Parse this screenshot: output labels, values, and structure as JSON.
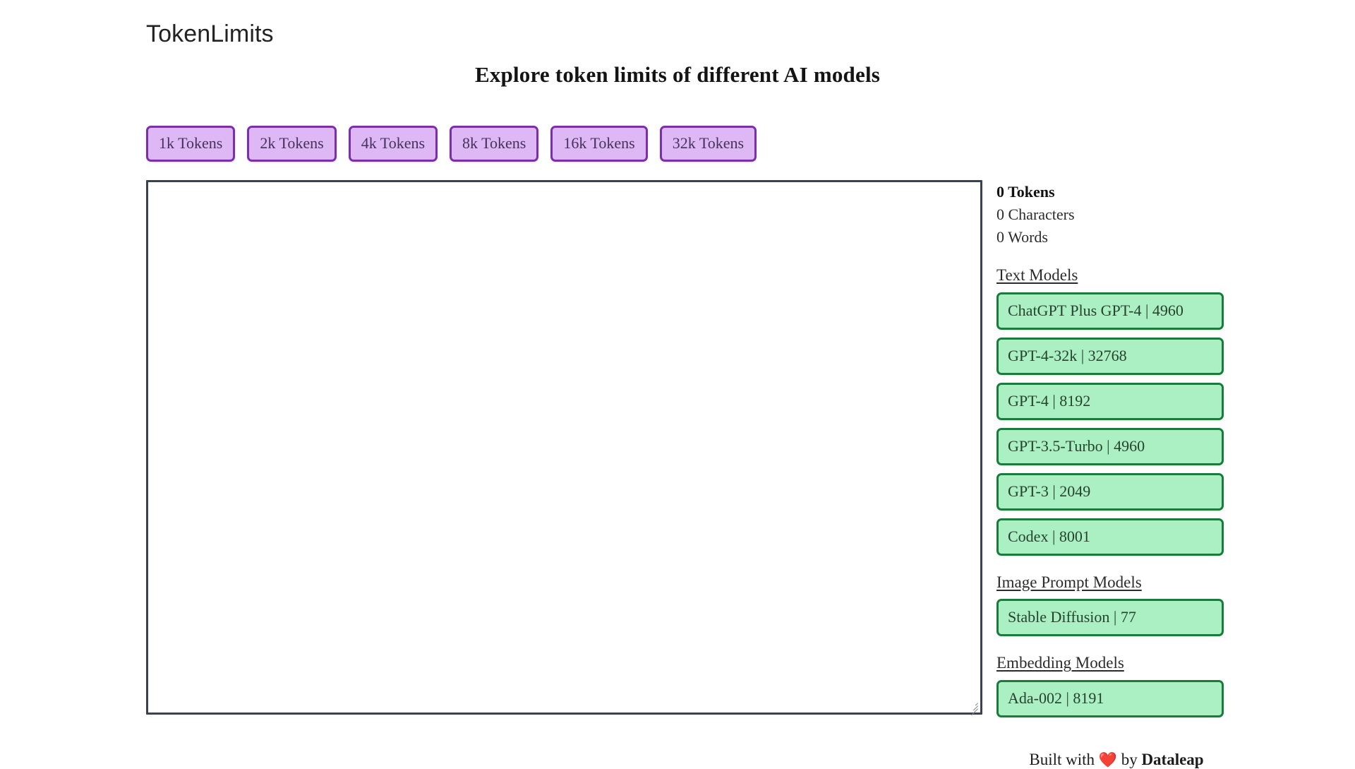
{
  "header": {
    "logo": "TokenLimits",
    "heading": "Explore token limits of different AI models"
  },
  "presets": [
    {
      "label": "1k Tokens",
      "tokens": 1000
    },
    {
      "label": "2k Tokens",
      "tokens": 2000
    },
    {
      "label": "4k Tokens",
      "tokens": 4000
    },
    {
      "label": "8k Tokens",
      "tokens": 8000
    },
    {
      "label": "16k Tokens",
      "tokens": 16000
    },
    {
      "label": "32k Tokens",
      "tokens": 32000
    }
  ],
  "editor": {
    "value": "",
    "placeholder": ""
  },
  "stats": {
    "tokens": "0 Tokens",
    "characters": "0 Characters",
    "words": "0 Words"
  },
  "groups": [
    {
      "title": "Text Models",
      "models": [
        {
          "label": "ChatGPT Plus GPT-4 | 4960",
          "name": "ChatGPT Plus GPT-4",
          "limit": 4960
        },
        {
          "label": "GPT-4-32k | 32768",
          "name": "GPT-4-32k",
          "limit": 32768
        },
        {
          "label": "GPT-4 | 8192",
          "name": "GPT-4",
          "limit": 8192
        },
        {
          "label": "GPT-3.5-Turbo | 4960",
          "name": "GPT-3.5-Turbo",
          "limit": 4960
        },
        {
          "label": "GPT-3 | 2049",
          "name": "GPT-3",
          "limit": 2049
        },
        {
          "label": "Codex | 8001",
          "name": "Codex",
          "limit": 8001
        }
      ]
    },
    {
      "title": "Image Prompt Models",
      "models": [
        {
          "label": "Stable Diffusion | 77",
          "name": "Stable Diffusion",
          "limit": 77
        }
      ]
    },
    {
      "title": "Embedding Models",
      "models": [
        {
          "label": "Ada-002 | 8191",
          "name": "Ada-002",
          "limit": 8191
        }
      ]
    }
  ],
  "footer": {
    "prefix": "Built with",
    "heart": "❤️",
    "middle": "by",
    "brand": "Dataleap"
  },
  "colors": {
    "preset_fill": "#ddb8f4",
    "preset_border": "#7b2fa8",
    "model_fill": "#abf0c3",
    "model_border": "#1c7a3e",
    "editor_border": "#3a4252",
    "heart": "#e0232e",
    "background": "#ffffff"
  }
}
